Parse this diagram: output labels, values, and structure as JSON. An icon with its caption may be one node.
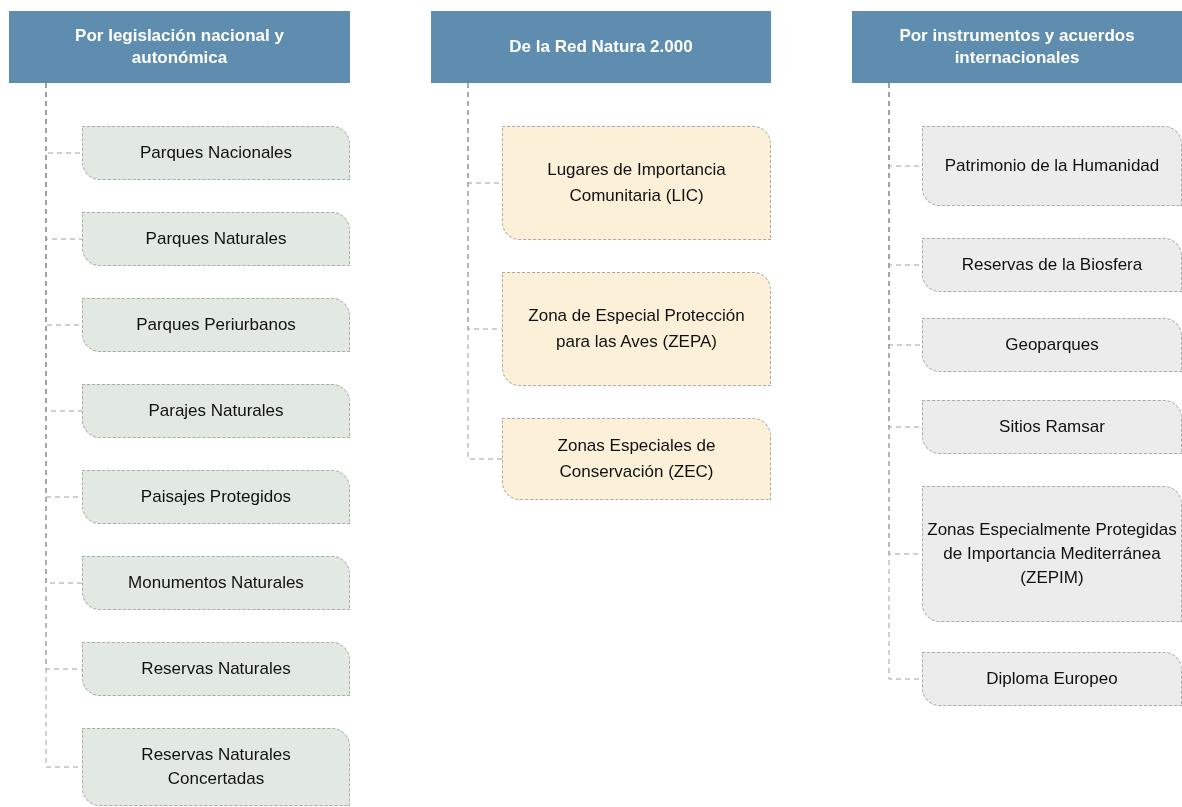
{
  "diagram": {
    "nodes": [
      {
        "text": [
          "Por legislación nacional y autonómica"
        ]
      },
      {
        "text": [
          "Parques Nacionales"
        ]
      },
      {
        "text": [
          "Parques Naturales"
        ]
      },
      {
        "text": [
          "Parques Periurbanos"
        ]
      },
      {
        "text": [
          "Parajes Naturales"
        ]
      },
      {
        "text": [
          "Paisajes Protegidos"
        ]
      },
      {
        "text": [
          "Monumentos Naturales"
        ]
      },
      {
        "text": [
          "Reservas Naturales"
        ]
      },
      {
        "text": [
          "Reservas Naturales Concertadas"
        ]
      },
      {
        "text": [
          "De la Red Natura 2.000"
        ]
      },
      {
        "text": [
          "Lugares de Importancia Comunitaria (LIC)"
        ]
      },
      {
        "text": [
          "Zona de Especial Protección para las Aves (ZEPA)"
        ]
      },
      {
        "text": [
          "Zonas Especiales de Conservación (ZEC)"
        ]
      },
      {
        "text": [
          "Por instrumentos y acuerdos internacionales"
        ]
      },
      {
        "text": [
          "Patrimonio de la Humanidad"
        ]
      },
      {
        "text": [
          "Reservas de la Biosfera"
        ]
      },
      {
        "text": [
          "Geoparques"
        ]
      },
      {
        "text": [
          "Sitios Ramsar"
        ]
      },
      {
        "text": [
          "Zonas Especialmente Protegidas de Importancia Mediterránea (ZEPIM)"
        ]
      },
      {
        "text": [
          "Diploma Europeo"
        ]
      }
    ],
    "edges": [
      {
        "from": 0,
        "to": 1,
        "arrow": "none",
        "style": "dashed"
      },
      {
        "from": 0,
        "to": 2,
        "arrow": "none",
        "style": "dashed"
      },
      {
        "from": 0,
        "to": 3,
        "arrow": "none",
        "style": "dashed"
      },
      {
        "from": 0,
        "to": 4,
        "arrow": "none",
        "style": "dashed"
      },
      {
        "from": 0,
        "to": 5,
        "arrow": "none",
        "style": "dashed"
      },
      {
        "from": 0,
        "to": 6,
        "arrow": "none",
        "style": "dashed"
      },
      {
        "from": 0,
        "to": 7,
        "arrow": "none",
        "style": "dashed"
      },
      {
        "from": 0,
        "to": 8,
        "arrow": "none",
        "style": "dashed"
      },
      {
        "from": 9,
        "to": 10,
        "arrow": "none",
        "style": "dashed"
      },
      {
        "from": 9,
        "to": 11,
        "arrow": "none",
        "style": "dashed"
      },
      {
        "from": 9,
        "to": 12,
        "arrow": "none",
        "style": "dashed"
      },
      {
        "from": 13,
        "to": 14,
        "arrow": "none",
        "style": "dashed"
      },
      {
        "from": 13,
        "to": 15,
        "arrow": "none",
        "style": "dashed"
      },
      {
        "from": 13,
        "to": 16,
        "arrow": "none",
        "style": "dashed"
      },
      {
        "from": 13,
        "to": 17,
        "arrow": "none",
        "style": "dashed"
      },
      {
        "from": 13,
        "to": 18,
        "arrow": "none",
        "style": "dashed"
      },
      {
        "from": 13,
        "to": 19,
        "arrow": "none",
        "style": "dashed"
      }
    ]
  }
}
